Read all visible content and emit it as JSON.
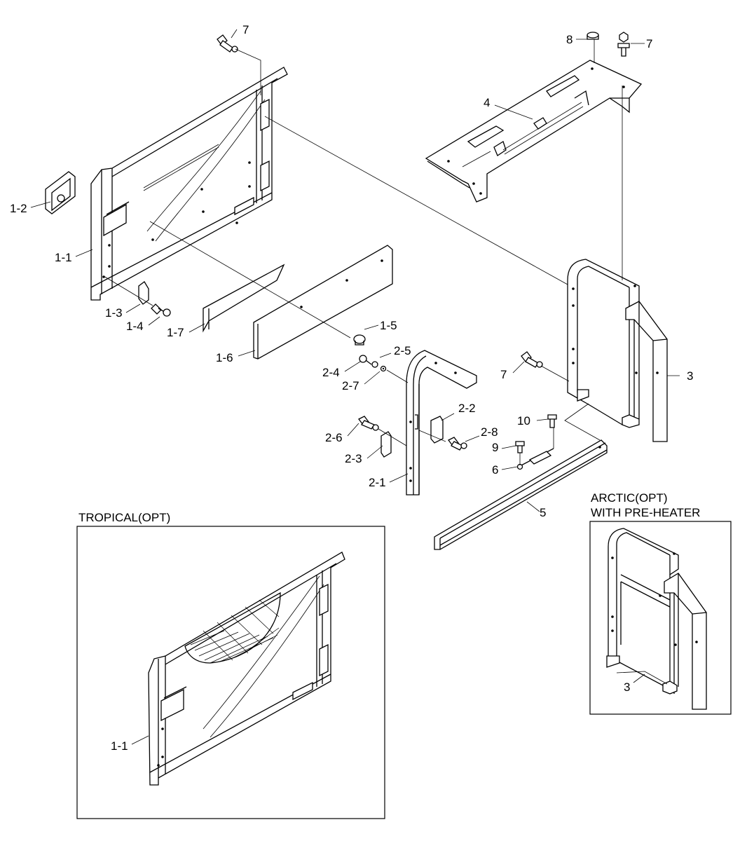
{
  "diagram": {
    "inset_tropical_title": "TROPICAL(OPT)",
    "inset_arctic_title_line1": "ARCTIC(OPT)",
    "inset_arctic_title_line2": "WITH PRE-HEATER",
    "callouts": {
      "c7_top": "7",
      "c8": "8",
      "c7_right_top": "7",
      "c4": "4",
      "c1_2": "1-2",
      "c1_1": "1-1",
      "c1_3": "1-3",
      "c1_4": "1-4",
      "c1_7": "1-7",
      "c1_5": "1-5",
      "c1_6": "1-6",
      "c2_4": "2-4",
      "c2_5": "2-5",
      "c2_7": "2-7",
      "c7_mid": "7",
      "c3": "3",
      "c2_2": "2-2",
      "c2_6": "2-6",
      "c2_8": "2-8",
      "c10": "10",
      "c9": "9",
      "c2_3": "2-3",
      "c6": "6",
      "c2_1": "2-1",
      "c5": "5",
      "c3_inset": "3",
      "c1_1_inset": "1-1"
    }
  }
}
